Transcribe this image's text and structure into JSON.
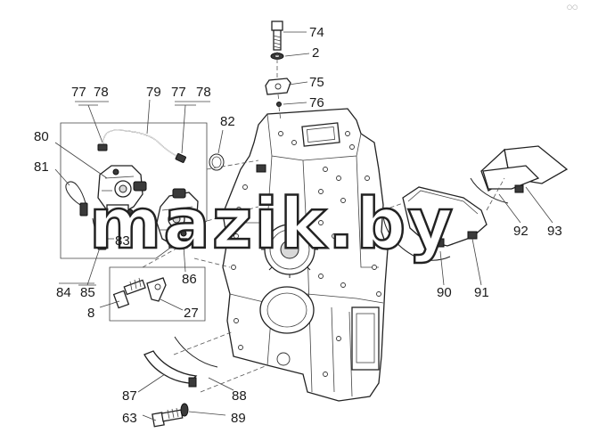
{
  "watermark": "mazik.by",
  "corner_mark": "○○",
  "callouts": [
    "74",
    "2",
    "75",
    "76",
    "77",
    "78",
    "79",
    "77",
    "78",
    "80",
    "81",
    "82",
    "83",
    "84",
    "85",
    "86",
    "8",
    "27",
    "90",
    "91",
    "92",
    "93",
    "87",
    "88",
    "63",
    "89"
  ]
}
